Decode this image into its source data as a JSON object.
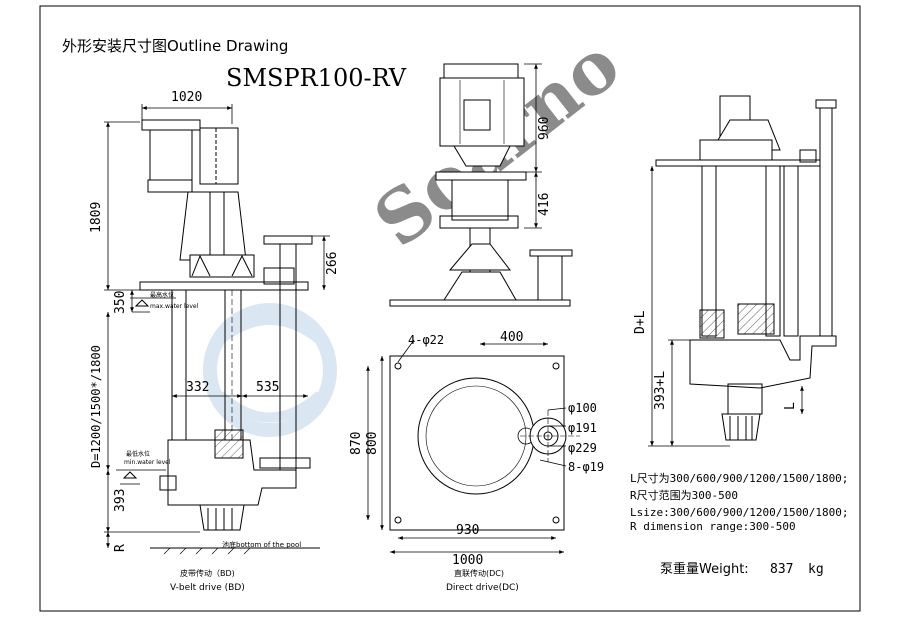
{
  "title": "外形安装尺寸图Outline Drawing",
  "model": "SMSPR100-RV",
  "watermark": "Soarno",
  "left_view": {
    "dim_top": "1020",
    "dim_1809": "1809",
    "dim_266": "266",
    "dim_350": "350",
    "dim_D": "D=1200/1500*/1800",
    "dim_332": "332",
    "dim_535": "535",
    "dim_393": "393",
    "dim_R": "R",
    "max_level_cn": "最高水位",
    "max_level_en": "max.water level",
    "min_level_cn": "最低水位",
    "min_level_en": "min.water level",
    "pool_bottom": "池底bottom of the pool",
    "caption_cn": "皮带传动（BD)",
    "caption_en": "V-belt drive (BD)"
  },
  "middle_view": {
    "dim_960": "960",
    "dim_416": "416",
    "holes": "4-φ22",
    "dim_400": "400",
    "dim_870": "870",
    "dim_800": "800",
    "dim_930": "930",
    "dim_1000": "1000",
    "flange_100": "φ100",
    "flange_191": "φ191",
    "flange_229": "φ229",
    "flange_holes": "8-φ19",
    "caption_cn": "直联传动(DC)",
    "caption_en": "Direct drive(DC)"
  },
  "right_view": {
    "dim_DL": "D+L",
    "dim_393L": "393+L",
    "dim_L": "L"
  },
  "notes": [
    "L尺寸为300/600/900/1200/1500/1800;",
    "R尺寸范围为300-500",
    "Lsize:300/600/900/1200/1500/1800;",
    "R dimension range:300-500"
  ],
  "weight": {
    "label": "泵重量Weight:",
    "value": "837",
    "unit": "kg"
  }
}
